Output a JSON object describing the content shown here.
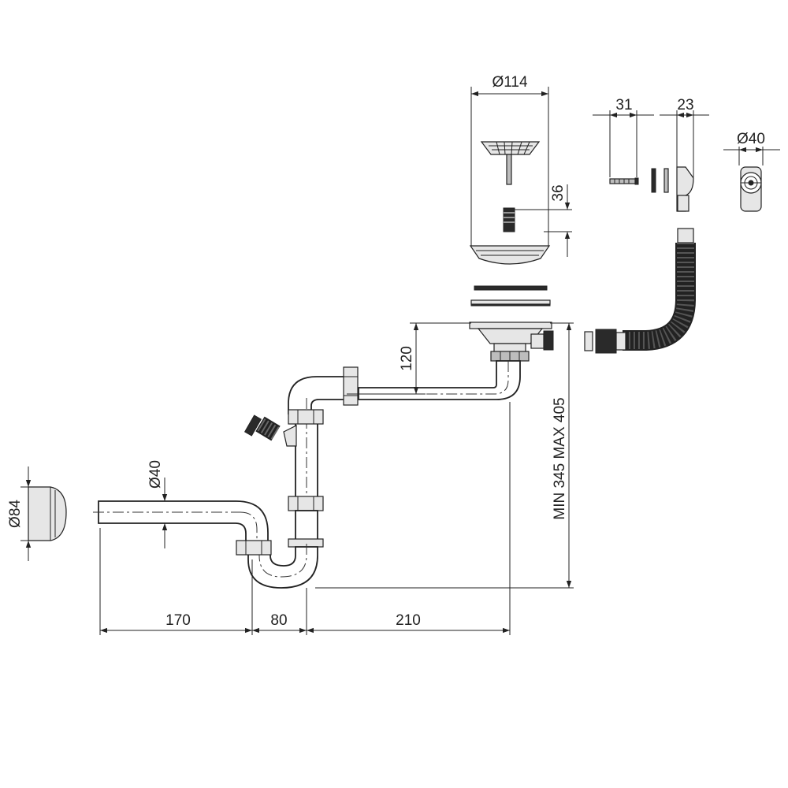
{
  "dimensions": {
    "d114": "Ø114",
    "d31": "31",
    "d23": "23",
    "d40_top": "Ø40",
    "d36": "36",
    "d120": "120",
    "min_max": "MIN 345 MAX 405",
    "d40_pipe": "Ø40",
    "d84": "Ø84",
    "d170": "170",
    "d80": "80",
    "d210": "210"
  },
  "parts": [
    "strainer-basket",
    "strainer-stem",
    "threaded-plug",
    "strainer-flange",
    "gasket-top",
    "gasket-bottom",
    "drain-body",
    "overflow-bolt",
    "overflow-washer",
    "overflow-head",
    "overflow-grate",
    "flexible-overflow-hose",
    "hose-connector",
    "horizontal-pipe-top",
    "vertical-pipe",
    "side-inlet",
    "trap-bend",
    "outlet-pipe",
    "wall-rosette"
  ]
}
